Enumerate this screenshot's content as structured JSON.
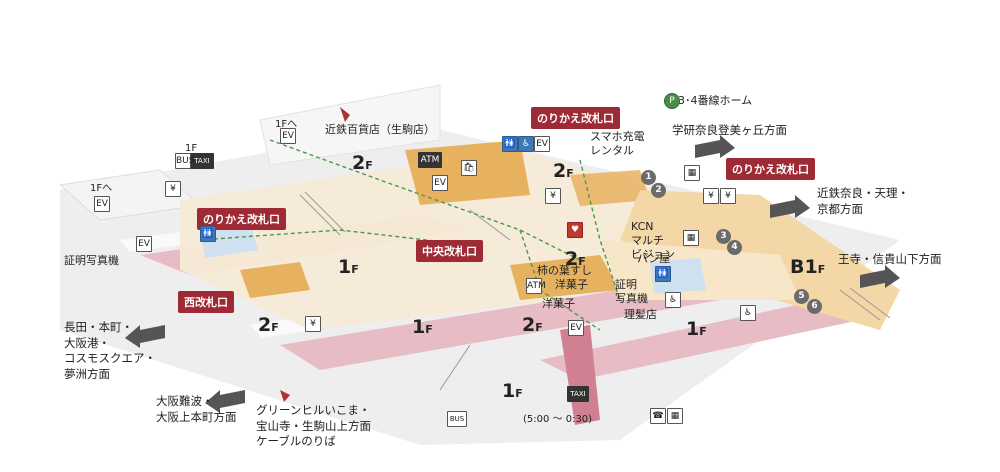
{
  "floor_labels": {
    "f2_west": {
      "main": "2",
      "sub": "F"
    },
    "f2_center": {
      "main": "2",
      "sub": "F"
    },
    "f2_east": {
      "main": "2",
      "sub": "F"
    },
    "f2_south": {
      "main": "2",
      "sub": "F"
    },
    "f2_left": {
      "main": "2",
      "sub": "F"
    },
    "f1_a": {
      "main": "1",
      "sub": "F"
    },
    "f1_b": {
      "main": "1",
      "sub": "F"
    },
    "f1_c": {
      "main": "1",
      "sub": "F"
    },
    "f1_d": {
      "main": "1",
      "sub": "F"
    },
    "b1": {
      "main": "B1",
      "sub": "F"
    }
  },
  "gates": {
    "norikae_top": "のりかえ改札口",
    "norikae_west": "のりかえ改札口",
    "norikae_east": "のりかえ改札口",
    "chuo": "中央改札口",
    "nishi": "西改札口"
  },
  "place_labels": {
    "kintetsu_dept": "近鉄百貨店（生駒店）",
    "to_1f_top": "1Fへ",
    "to_1f_left": "1Fへ",
    "label_1f_left": "1F",
    "photo_booth_left": "証明写真機",
    "smartphone": "スマホ充電\nレンタル",
    "kcn": "KCN\nマルチ\nビジョン",
    "bakery": "パン屋",
    "kakinoha": "柿の葉すし",
    "yogashi_1": "洋菓子",
    "yogashi_2": "洋菓子",
    "photo_booth_right": "証明\n写真機",
    "barber": "理髪店",
    "platform_34": "3･4番線ホーム",
    "hours": "(5:00 ～ 0:30)"
  },
  "directions": {
    "gakken": "学研奈良登美ヶ丘方面",
    "nara": "近鉄奈良・天理・\n京都方面",
    "oji": "王寺・信貴山下方面",
    "nagata": "長田・本町・\n大阪港・\nコスモスクエア・\n夢洲方面",
    "namba": "大阪難波・\n大阪上本町方面",
    "greenhill": "グリーンヒルいこま・\n宝山寺・生駒山上方面\nケーブルのりば"
  },
  "platforms": [
    "1",
    "2",
    "3",
    "4",
    "5",
    "6"
  ],
  "icons": {
    "atm": "ATM",
    "yen": "¥",
    "taxi": "TAXI",
    "restroom": "🚻",
    "elevator": "EV",
    "phone": "☎",
    "bus": "BUS",
    "parking": "P",
    "wheelchair": "♿",
    "coin_locker": "▦",
    "shop": "🛍",
    "aed": "♥"
  },
  "colors": {
    "floor_2f": "#f6ead6",
    "floor_2f_shop": "#e7b260",
    "floor_1f": "#f1e8e2",
    "rail_track": "#e7bcc4",
    "b1_floor": "#f3d7a7",
    "gate_red": "#9e2a35",
    "gray_base": "#efefef",
    "path_green": "#4a9a4a"
  }
}
